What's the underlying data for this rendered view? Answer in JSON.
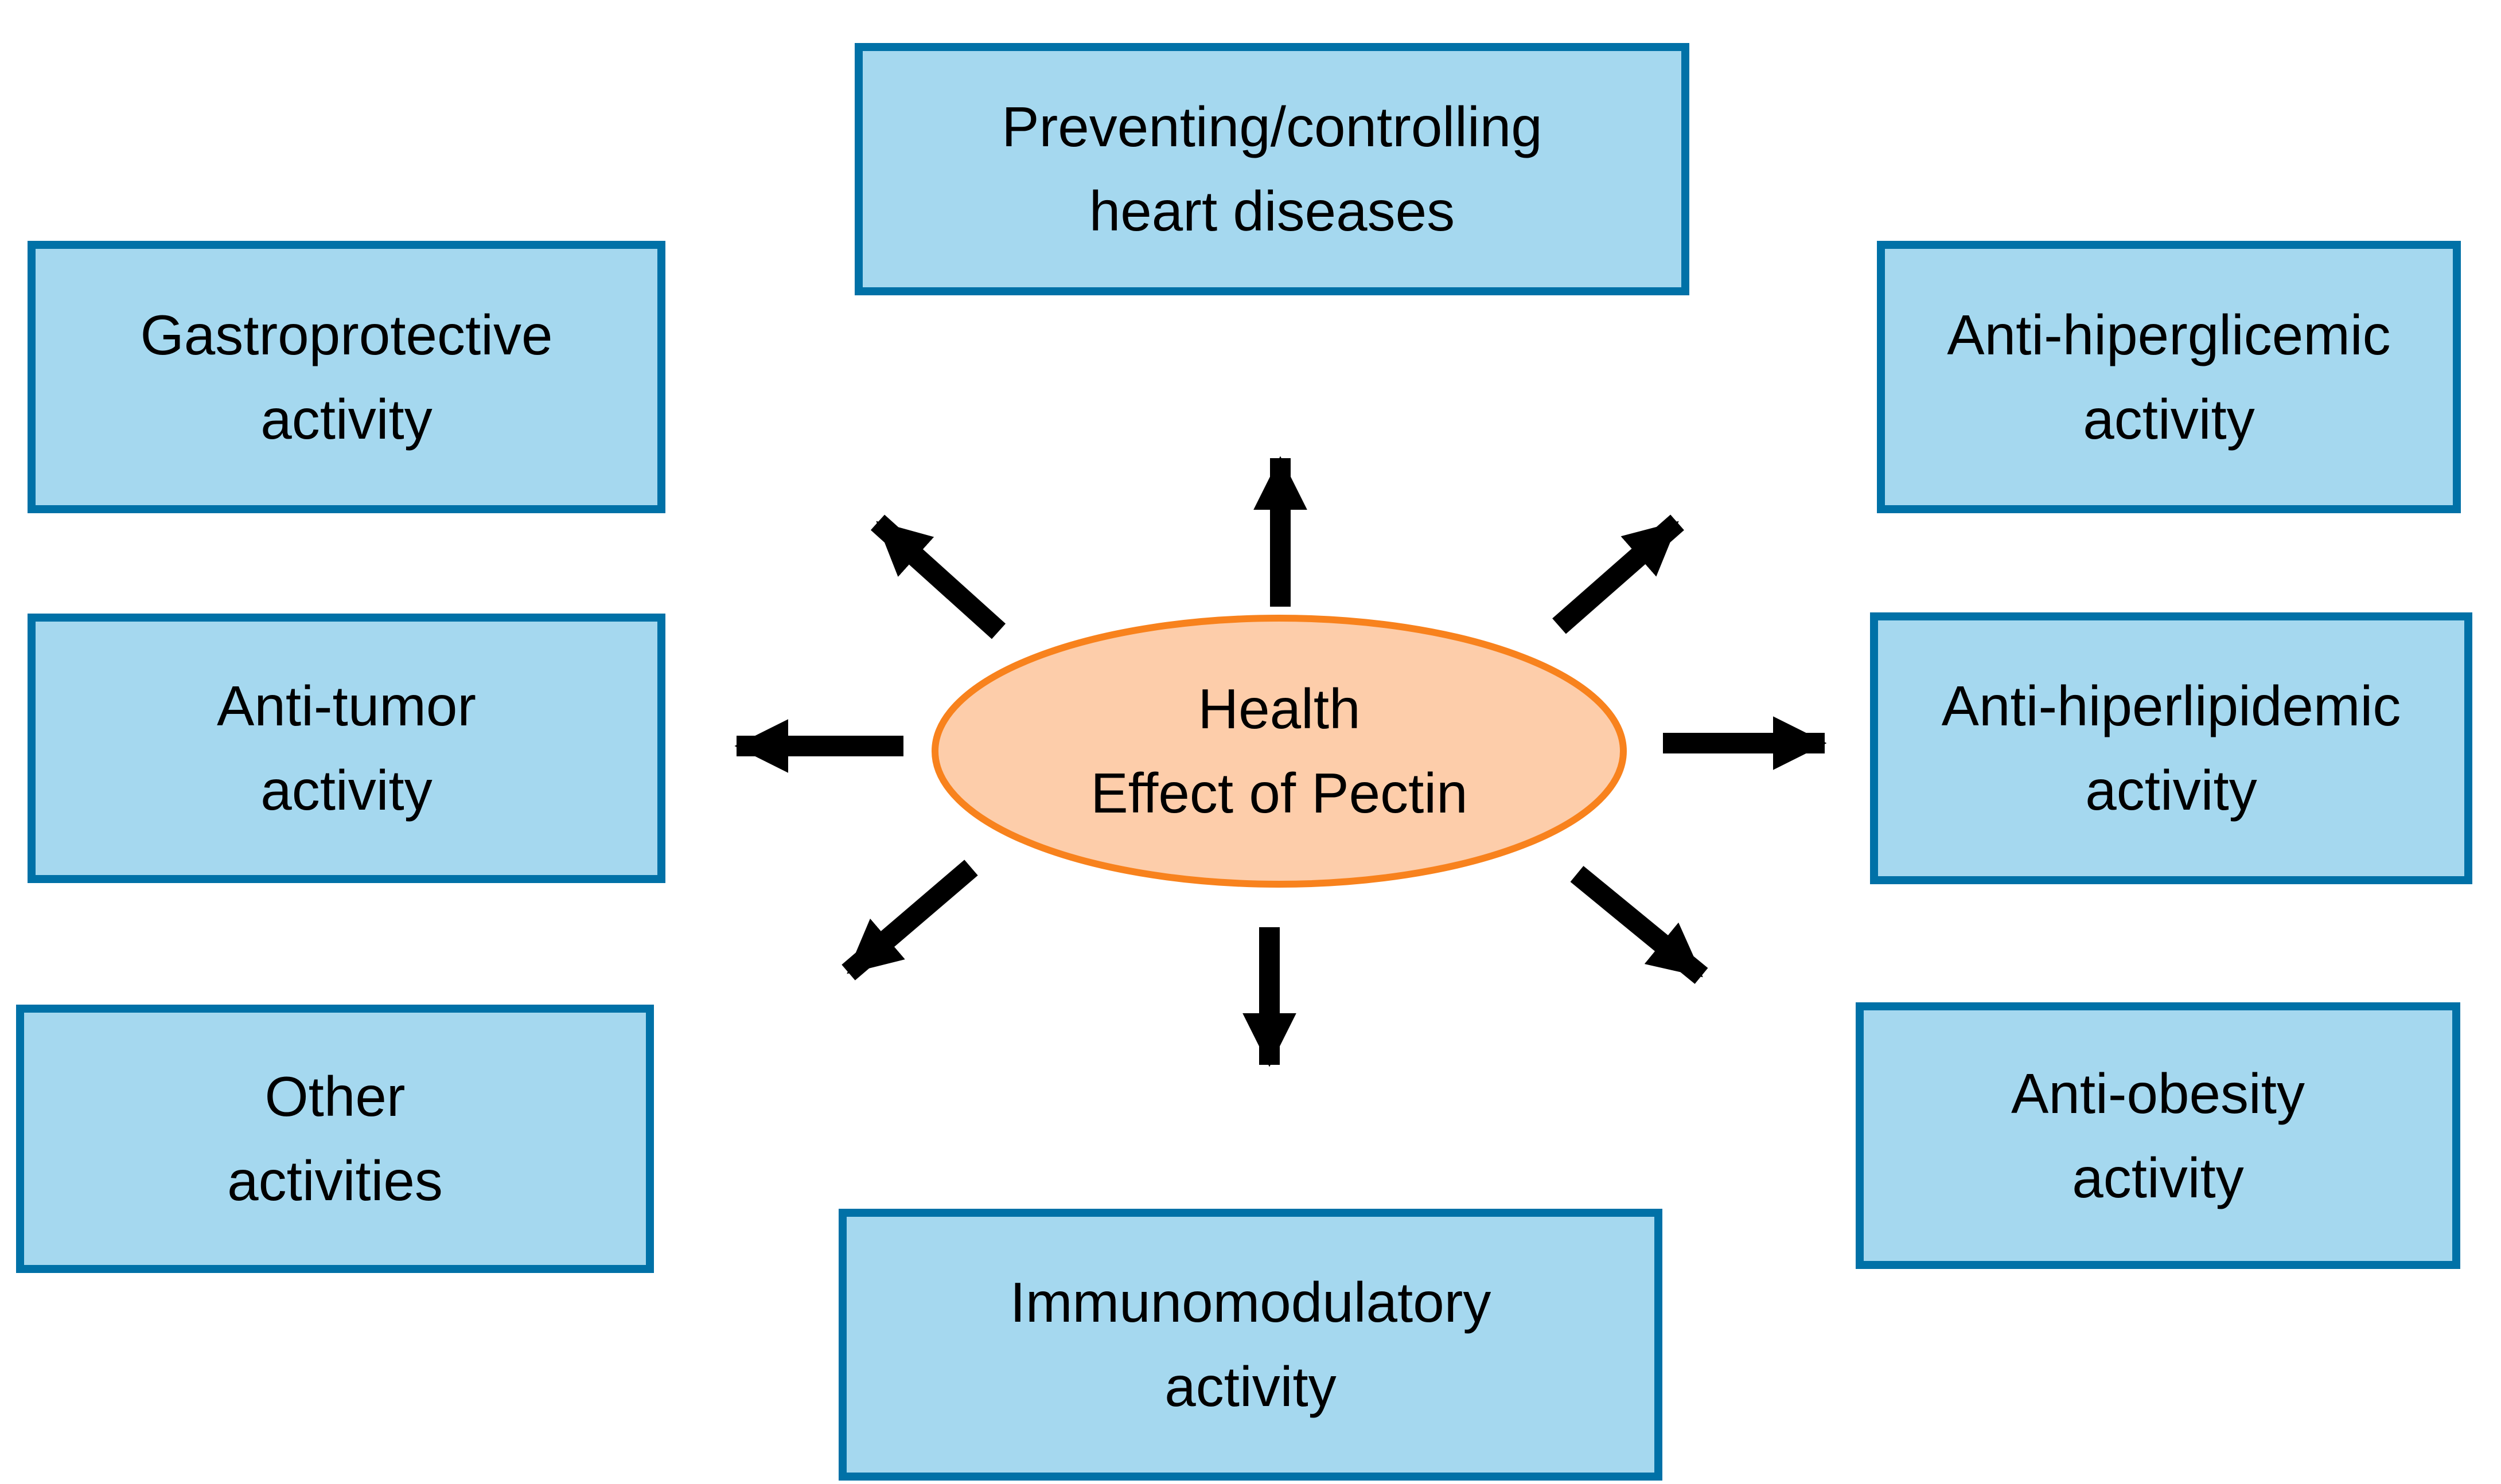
{
  "diagram": {
    "center": {
      "lines": [
        "Health",
        "Effect of Pectin"
      ]
    },
    "boxes": [
      {
        "key": "heart-diseases",
        "lines": [
          "Preventing/controlling",
          "heart diseases"
        ]
      },
      {
        "key": "gastroprotective",
        "lines": [
          "Gastroprotective",
          "activity"
        ]
      },
      {
        "key": "anti-tumor",
        "lines": [
          "Anti-tumor",
          "activity"
        ]
      },
      {
        "key": "other-activities",
        "lines": [
          "Other",
          "activities"
        ]
      },
      {
        "key": "immunomodulatory",
        "lines": [
          "Immunomodulatory",
          "activity"
        ]
      },
      {
        "key": "anti-hiperglicemic",
        "lines": [
          "Anti-hiperglicemic",
          "activity"
        ]
      },
      {
        "key": "anti-hiperlipidemic",
        "lines": [
          "Anti-hiperlipidemic",
          "activity"
        ]
      },
      {
        "key": "anti-obesity",
        "lines": [
          "Anti-obesity",
          "activity"
        ]
      }
    ]
  },
  "colors": {
    "background": "#FFFFFF",
    "box_fill": "#A5D8EF",
    "box_border": "#0071A7",
    "ellipse_fill": "#FDCDAA",
    "ellipse_border": "#F8821D",
    "arrow": "#000000",
    "text": "#000000"
  }
}
